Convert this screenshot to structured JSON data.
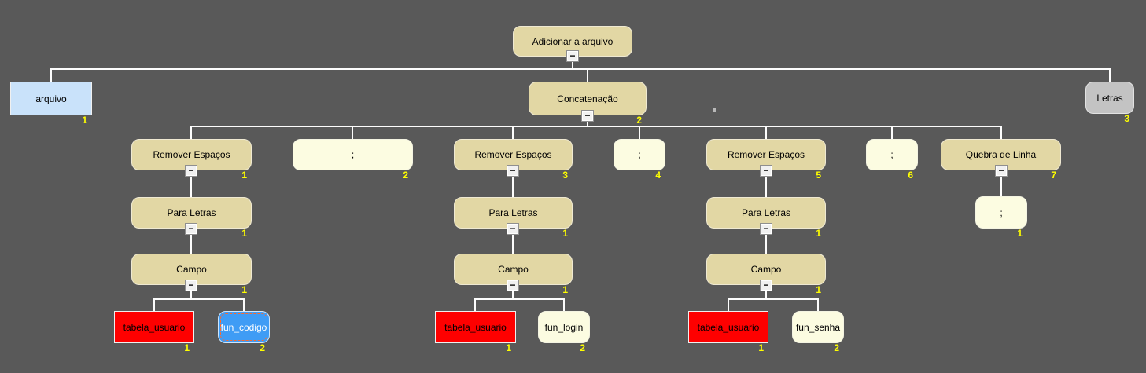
{
  "canvas": {
    "background_color": "#595959",
    "connector_color": "#fdfdfd",
    "badge_color": "#ffff00"
  },
  "palette": {
    "action_node": "#e2d7a4",
    "literal_node": "#fcfce1",
    "file_node": "#c9e2fa",
    "constant_node": "#c3c3c3",
    "table_node": "#fe0000",
    "function_node": "#3f9cf5",
    "selection_dash": "#ff6a2a"
  },
  "icons": {
    "collapse_minus": "−"
  },
  "nodes": [
    {
      "label": "Adicionar a arquivo",
      "badge": "",
      "type": "action",
      "collapsible": true
    },
    {
      "label": "arquivo",
      "badge": "1",
      "type": "file",
      "collapsible": false
    },
    {
      "label": "Concatenação",
      "badge": "2",
      "type": "action",
      "collapsible": true
    },
    {
      "label": "Letras",
      "badge": "3",
      "type": "constant",
      "collapsible": false
    },
    {
      "label": "Remover Espaços",
      "badge": "1",
      "type": "action",
      "collapsible": true
    },
    {
      "label": ";",
      "badge": "2",
      "type": "literal",
      "collapsible": false
    },
    {
      "label": "Remover Espaços",
      "badge": "3",
      "type": "action",
      "collapsible": true
    },
    {
      "label": ";",
      "badge": "4",
      "type": "literal",
      "collapsible": false
    },
    {
      "label": "Remover Espaços",
      "badge": "5",
      "type": "action",
      "collapsible": true
    },
    {
      "label": ";",
      "badge": "6",
      "type": "literal",
      "collapsible": false
    },
    {
      "label": "Quebra de Linha",
      "badge": "7",
      "type": "action",
      "collapsible": true
    },
    {
      "label": "Para Letras",
      "badge": "1",
      "type": "action",
      "collapsible": true
    },
    {
      "label": "Para Letras",
      "badge": "1",
      "type": "action",
      "collapsible": true
    },
    {
      "label": "Para Letras",
      "badge": "1",
      "type": "action",
      "collapsible": true
    },
    {
      "label": ";",
      "badge": "1",
      "type": "literal",
      "collapsible": false
    },
    {
      "label": "Campo",
      "badge": "1",
      "type": "action",
      "collapsible": true
    },
    {
      "label": "Campo",
      "badge": "1",
      "type": "action",
      "collapsible": true
    },
    {
      "label": "Campo",
      "badge": "1",
      "type": "action",
      "collapsible": true
    },
    {
      "label": "tabela_usuario",
      "badge": "1",
      "type": "table",
      "collapsible": false
    },
    {
      "label": "fun_codigo",
      "badge": "2",
      "type": "function",
      "selected": true,
      "collapsible": false
    },
    {
      "label": "tabela_usuario",
      "badge": "1",
      "type": "table",
      "collapsible": false
    },
    {
      "label": "fun_login",
      "badge": "2",
      "type": "function-literal",
      "collapsible": false
    },
    {
      "label": "tabela_usuario",
      "badge": "1",
      "type": "table",
      "collapsible": false
    },
    {
      "label": "fun_senha",
      "badge": "2",
      "type": "function-literal",
      "collapsible": false
    }
  ]
}
